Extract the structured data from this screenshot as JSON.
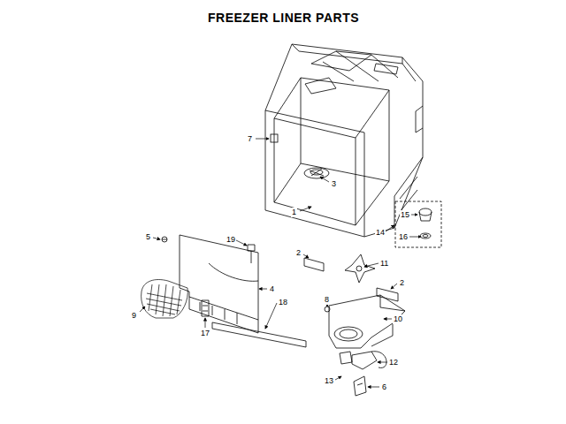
{
  "diagram": {
    "title": "FREEZER LINER PARTS",
    "labels": [
      "7",
      "3",
      "1",
      "15",
      "14",
      "16",
      "5",
      "19",
      "2",
      "11",
      "4",
      "2",
      "8",
      "18",
      "9",
      "10",
      "17",
      "12",
      "13",
      "6"
    ]
  }
}
